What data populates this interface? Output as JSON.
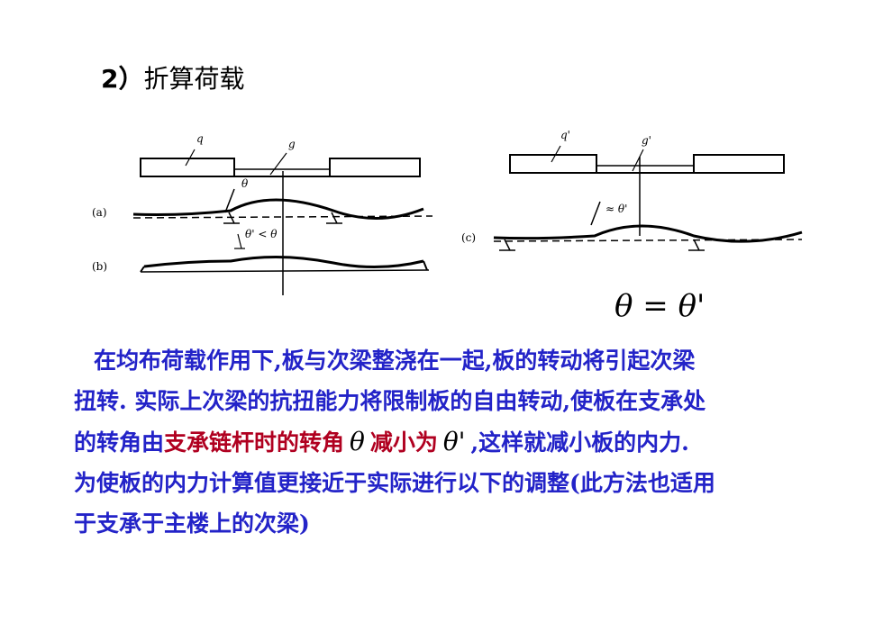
{
  "heading": {
    "number": "2）",
    "title": "折算荷载"
  },
  "figure": {
    "label_a": "(a)",
    "label_b": "(b)",
    "label_c": "(c)",
    "q": "q",
    "g": "g",
    "q_prime": "q'",
    "g_prime": "g'",
    "theta": "θ",
    "theta_relation": "θ' < θ",
    "theta_approx": "≈ θ'"
  },
  "equation": "θ = θ'",
  "paragraph": {
    "line1": "在均布荷载作用下,板与次梁整浇在一起,板的转动将引起次梁",
    "line2": "扭转. 实际上次梁的抗扭能力将限制板的自由转动,使板在支承处",
    "line3_a": "的转角由",
    "line3_red": "支承链杆时的转角",
    "theta1": "θ",
    "line3_red2": "减小为",
    "theta2": "θ'",
    "line3_b": ",这样就减小板的内力.",
    "line4": "为使板的内力计算值更接近于实际进行以下的调整(此方法也适用",
    "line5": "于支承于主楼上的次梁)"
  }
}
